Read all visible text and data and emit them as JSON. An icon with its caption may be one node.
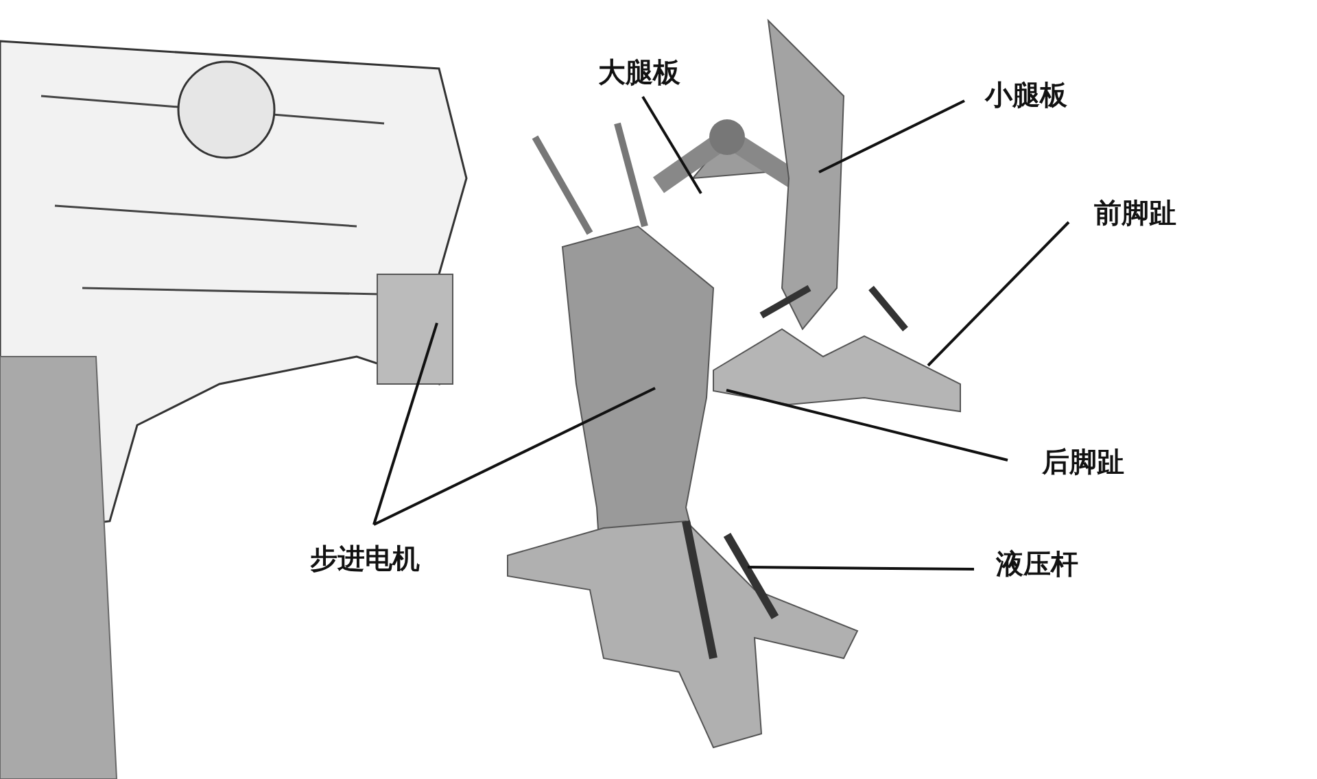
{
  "diagram": {
    "nodes": [
      {
        "text": [
          "大腿板"
        ]
      },
      {
        "text": [
          "小腿板"
        ]
      },
      {
        "text": [
          "前脚趾"
        ]
      },
      {
        "text": [
          "后脚趾"
        ]
      },
      {
        "text": [
          "液压杆"
        ]
      },
      {
        "text": [
          "步进电机"
        ]
      }
    ],
    "edges": [
      {
        "from": 0,
        "to": null,
        "arrow": "none"
      },
      {
        "from": 1,
        "to": null,
        "arrow": "none"
      },
      {
        "from": 2,
        "to": null,
        "arrow": "none"
      },
      {
        "from": 3,
        "to": null,
        "arrow": "none"
      },
      {
        "from": 4,
        "to": null,
        "arrow": "none"
      },
      {
        "from": 5,
        "to": null,
        "arrow": "none"
      },
      {
        "from": 5,
        "to": null,
        "arrow": "none"
      }
    ]
  }
}
